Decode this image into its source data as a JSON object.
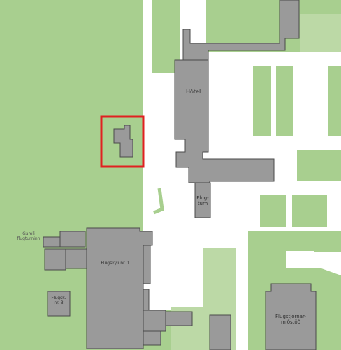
{
  "map": {
    "labels": {
      "hotel": "Hótel",
      "flugturn_line1": "Flug-",
      "flugturn_line2": "turn",
      "gamli_line1": "Gamli",
      "gamli_line2": "flugturninn",
      "flugskyli1": "Flugskýli nr. 1",
      "flugskyli3_line1": "Flugsk.",
      "flugskyli3_line2": "nr. 3",
      "flugstjorn_line1": "Flugstjórnar-",
      "flugstjorn_line2": "miðstöð"
    },
    "colors": {
      "grass": "#a8cf8f",
      "grass_light": "#bcd9a6",
      "building": "#9a9a9a",
      "building_outline": "#4a4a4a",
      "road": "#ffffff",
      "highlight": "#e02020"
    }
  }
}
